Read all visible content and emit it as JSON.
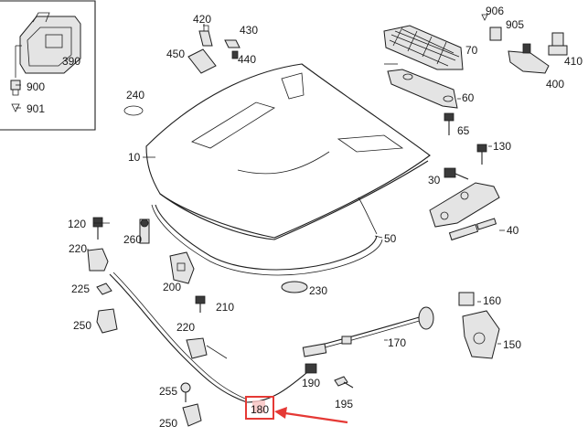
{
  "diagram": {
    "labels": {
      "p390": "390",
      "p900": "900",
      "p901": "901",
      "p420": "420",
      "p430": "430",
      "p450": "450",
      "p440": "440",
      "p906": "906",
      "p905": "905",
      "p70": "70",
      "p410": "410",
      "p400": "400",
      "p240": "240",
      "p10": "10",
      "p60": "60",
      "p65": "65",
      "p130": "130",
      "p30": "30",
      "p40": "40",
      "p120": "120",
      "p220a": "220",
      "p260": "260",
      "p50": "50",
      "p225": "225",
      "p200": "200",
      "p230": "230",
      "p210": "210",
      "p160": "160",
      "p250a": "250",
      "p220b": "220",
      "p170": "170",
      "p150": "150",
      "p190": "190",
      "p255": "255",
      "p195": "195",
      "p250b": "250",
      "p180": "180"
    },
    "highlight": {
      "part": "180",
      "color": "#e53935"
    }
  }
}
